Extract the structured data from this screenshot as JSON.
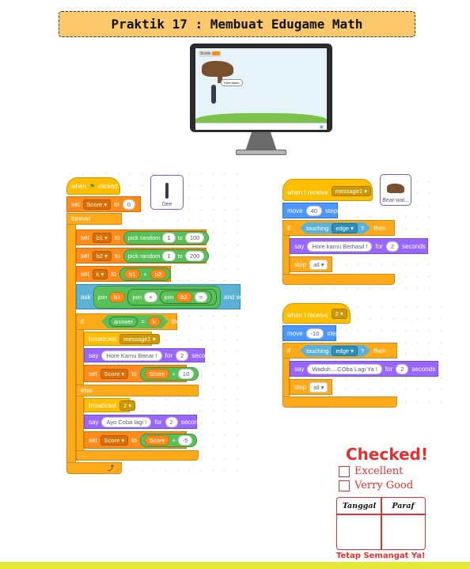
{
  "title": "Praktik 17 : Membuat Edugame Math",
  "monitor": {
    "var_label": "Score",
    "speech": "Hore kamu"
  },
  "script_left": {
    "hat": "when",
    "hat_after": "clicked",
    "set1": {
      "kw": "set",
      "var": "Score ▾",
      "to": "to",
      "val": "0"
    },
    "forever": "forever",
    "set_b1": {
      "kw": "set",
      "var": "b1 ▾",
      "to": "to",
      "op": "pick random",
      "a": "1",
      "mid": "to",
      "b": "100"
    },
    "set_b2": {
      "kw": "set",
      "var": "b2 ▾",
      "to": "to",
      "op": "pick random",
      "a": "1",
      "mid": "to",
      "b": "200"
    },
    "set_k": {
      "kw": "set",
      "var": "k ▾",
      "to": "to",
      "a": "b1",
      "sym": "+",
      "b": "b2"
    },
    "ask": {
      "kw": "ask",
      "join1": "join",
      "b1": "b1",
      "join2": "join",
      "plus": "+",
      "join3": "join",
      "b2": "b2",
      "eq": "=",
      "end": "and wait"
    },
    "if": {
      "kw": "if",
      "left": "answer",
      "eq": "=",
      "right": "k",
      "then": "then"
    },
    "bc1": {
      "kw": "broadcast",
      "msg": "message1 ▾"
    },
    "say1": {
      "kw": "say",
      "text": "Hore Kamu Benar !",
      "for": "for",
      "n": "2",
      "unit": "seconds"
    },
    "set_s1": {
      "kw": "set",
      "var": "Score ▾",
      "to": "to",
      "a": "Score",
      "op": "+",
      "b": "10"
    },
    "else": "else",
    "bc2": {
      "kw": "broadcast",
      "msg": "2 ▾"
    },
    "say2": {
      "kw": "say",
      "text": "Ayo Coba lagi !",
      "for": "for",
      "n": "2",
      "unit": "seconds"
    },
    "set_s2": {
      "kw": "set",
      "var": "Score ▾",
      "to": "to",
      "a": "Score",
      "op": "+",
      "b": "-5"
    },
    "loop_arrow": "⤴"
  },
  "sprite_dee": {
    "name": "Dee"
  },
  "sprite_bear": {
    "name": "Bear-wal..."
  },
  "script_msg1": {
    "hat": "when I receive",
    "msg": "message1 ▾",
    "move": "move",
    "steps_val": "40",
    "steps": "steps",
    "if": "if",
    "touching": "touching",
    "edge": "edge ▾",
    "q": "?",
    "then": "then",
    "say": "say",
    "text": "Hore kamu Berhasil !",
    "for": "for",
    "n": "2",
    "unit": "seconds",
    "stop": "stop",
    "all": "all ▾"
  },
  "script_2": {
    "hat": "when I receive",
    "msg": "2 ▾",
    "move": "move",
    "steps_val": "-10",
    "steps": "steps",
    "if": "if",
    "touching": "touching",
    "edge": "edge ▾",
    "q": "?",
    "then": "then",
    "say": "say",
    "text": "Waduh....COba Lagi Ya !",
    "for": "for",
    "n": "2",
    "unit": "seconds",
    "stop": "stop",
    "all": "all ▾"
  },
  "checklist": {
    "title": "Checked!",
    "opt1": "Excellent",
    "opt2": "Verry Good",
    "col1": "Tanggal",
    "col2": "Paraf",
    "footer": "Tetap Semangat Ya!"
  }
}
